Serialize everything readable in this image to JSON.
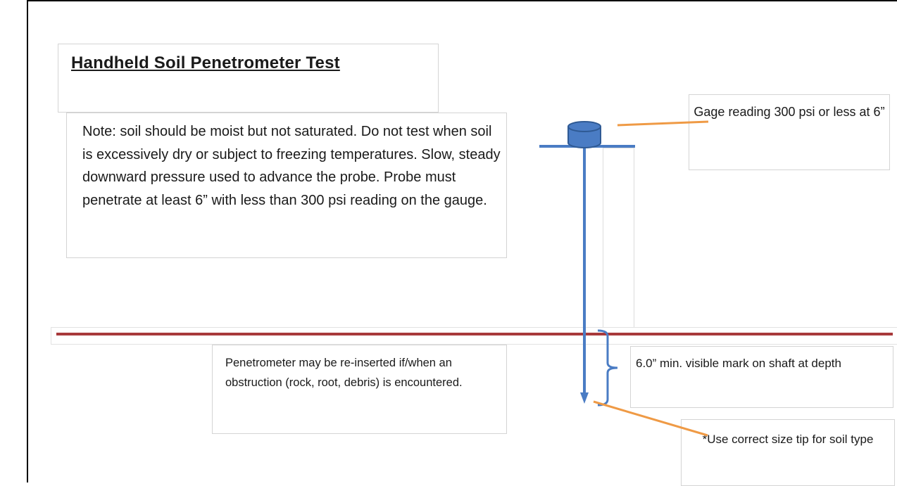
{
  "title": "Handheld Soil Penetrometer Test",
  "note": "Note:  soil should be moist but not saturated. Do not test when soil is excessively dry or subject to freezing temperatures.  Slow, steady downward pressure used to advance the probe.  Probe must penetrate at least 6” with less than 300 psi reading on the gauge.",
  "gage_label": "Gage reading 300 psi or less at 6”",
  "depth_label": "6.0” min.  visible mark on shaft at depth",
  "reinsert_note": "Penetrometer  may be re-inserted if/when an obstruction (rock, root, debris) is encountered.",
  "tip_label": "*Use correct size tip for soil type",
  "colors": {
    "probe": "#4a7cc4",
    "probe_dark": "#2f5a94",
    "callout_line": "#ef9a45",
    "ground_line": "#a8393b"
  }
}
